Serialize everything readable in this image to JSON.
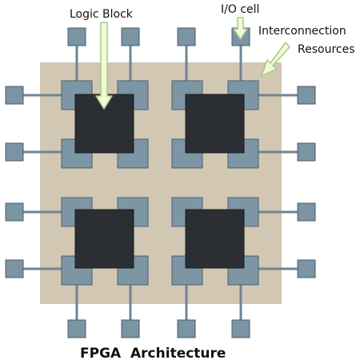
{
  "diagram": {
    "labels": {
      "logic_block": "Logic Block",
      "io_cell": "I/O cell",
      "interconnection_line1": "Interconnection",
      "interconnection_line2": "Resources"
    },
    "caption": "FPGA  Architecture",
    "colors": {
      "background": "#ffffff",
      "fabric": "#d2c7b3",
      "logic_block": "#2b2f33",
      "switch_box": "#7d96a6",
      "io_cell": "#7b94a4",
      "stroke": "#4d5d68",
      "wire": "#6f8593",
      "arrow_fill": "#f1fad6",
      "arrow_stroke": "#a9c98a"
    }
  }
}
